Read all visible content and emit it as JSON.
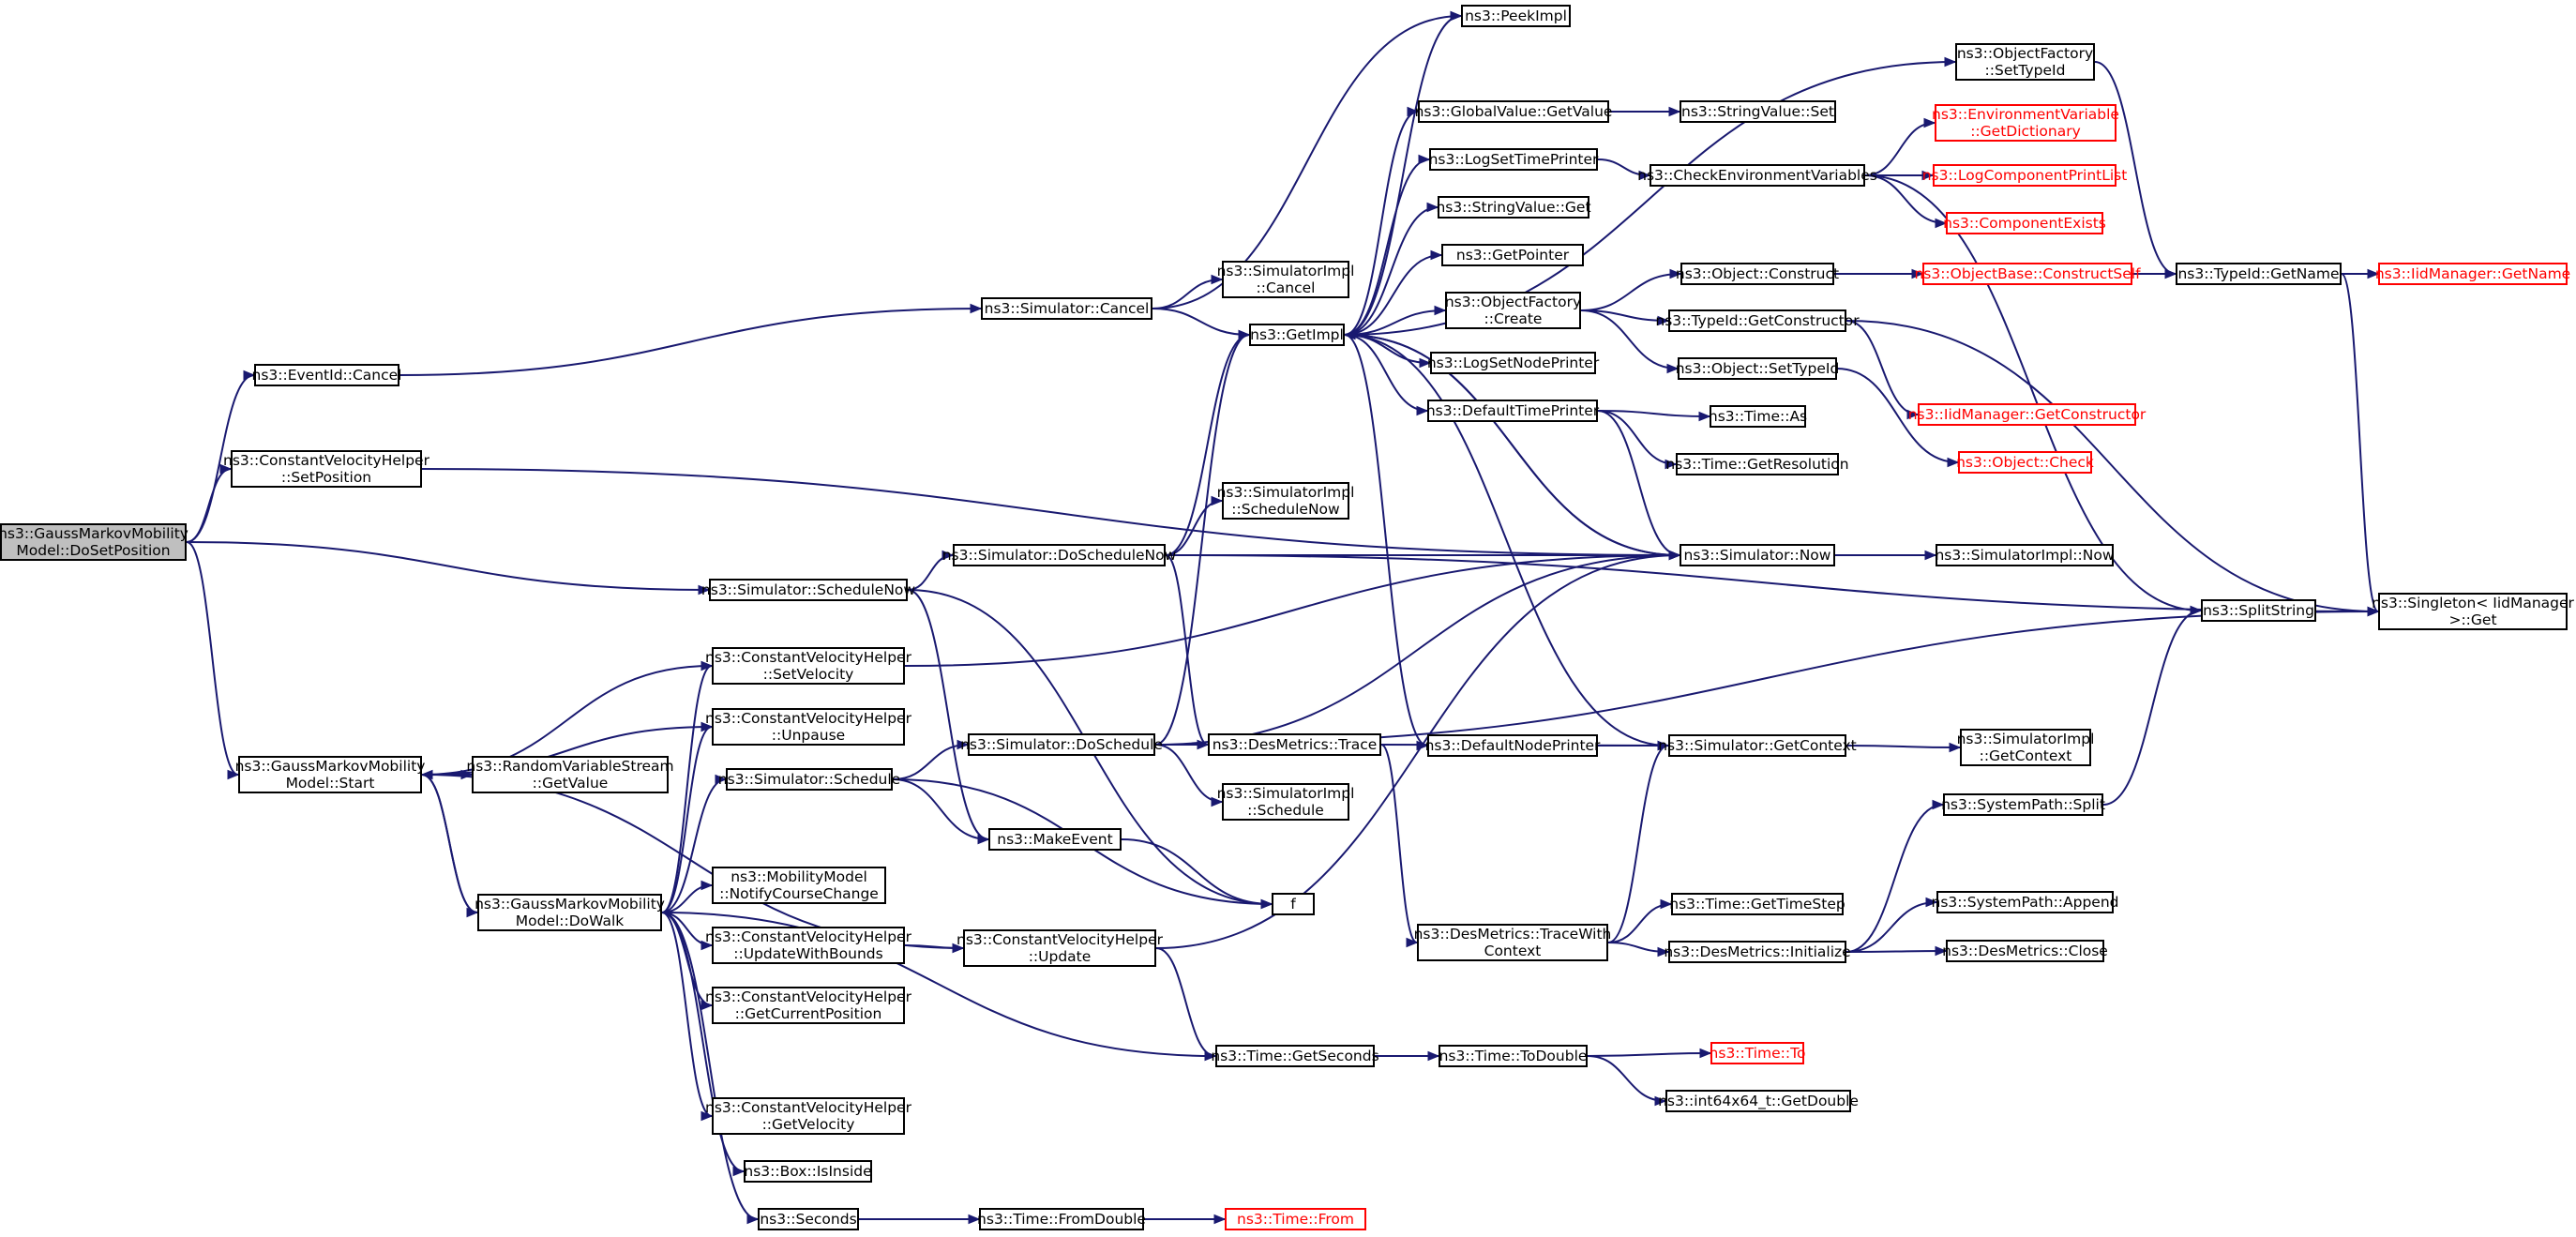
{
  "graph": {
    "node_border_color": "#000000",
    "external_node_color": "#ff0000",
    "root_fill": "#bfbfbf",
    "edge_color": "#191970",
    "nodes": [
      {
        "id": "dosetposition",
        "lines": [
          "ns3::GaussMarkovMobility",
          "Model::DoSetPosition"
        ],
        "style": "root"
      },
      {
        "id": "eventid_cancel",
        "lines": [
          "ns3::EventId::Cancel"
        ],
        "style": "normal"
      },
      {
        "id": "cvh_setposition",
        "lines": [
          "ns3::ConstantVelocityHelper",
          "::SetPosition"
        ],
        "style": "normal"
      },
      {
        "id": "gm_start",
        "lines": [
          "ns3::GaussMarkovMobility",
          "Model::Start"
        ],
        "style": "normal"
      },
      {
        "id": "gm_dowalk",
        "lines": [
          "ns3::GaussMarkovMobility",
          "Model::DoWalk"
        ],
        "style": "normal"
      },
      {
        "id": "sim_schedulenow",
        "lines": [
          "ns3::Simulator::ScheduleNow"
        ],
        "style": "normal"
      },
      {
        "id": "cvh_setvelocity",
        "lines": [
          "ns3::ConstantVelocityHelper",
          "::SetVelocity"
        ],
        "style": "normal"
      },
      {
        "id": "cvh_unpause",
        "lines": [
          "ns3::ConstantVelocityHelper",
          "::Unpause"
        ],
        "style": "normal"
      },
      {
        "id": "rvs_getvalue",
        "lines": [
          "ns3::RandomVariableStream",
          "::GetValue"
        ],
        "style": "normal"
      },
      {
        "id": "sim_schedule",
        "lines": [
          "ns3::Simulator::Schedule"
        ],
        "style": "normal"
      },
      {
        "id": "mm_notify",
        "lines": [
          "ns3::MobilityModel",
          "::NotifyCourseChange"
        ],
        "style": "normal"
      },
      {
        "id": "cvh_updatewithbounds",
        "lines": [
          "ns3::ConstantVelocityHelper",
          "::UpdateWithBounds"
        ],
        "style": "normal"
      },
      {
        "id": "cvh_getcurrentposition",
        "lines": [
          "ns3::ConstantVelocityHelper",
          "::GetCurrentPosition"
        ],
        "style": "normal"
      },
      {
        "id": "cvh_getvelocity",
        "lines": [
          "ns3::ConstantVelocityHelper",
          "::GetVelocity"
        ],
        "style": "normal"
      },
      {
        "id": "box_isinside",
        "lines": [
          "ns3::Box::IsInside"
        ],
        "style": "normal"
      },
      {
        "id": "ns3_seconds",
        "lines": [
          "ns3::Seconds"
        ],
        "style": "normal"
      },
      {
        "id": "sim_cancel",
        "lines": [
          "ns3::Simulator::Cancel"
        ],
        "style": "normal"
      },
      {
        "id": "sim_doschedulenow",
        "lines": [
          "ns3::Simulator::DoScheduleNow"
        ],
        "style": "normal"
      },
      {
        "id": "sim_doschedule",
        "lines": [
          "ns3::Simulator::DoSchedule"
        ],
        "style": "normal"
      },
      {
        "id": "makeevent",
        "lines": [
          "ns3::MakeEvent"
        ],
        "style": "normal"
      },
      {
        "id": "cvh_update",
        "lines": [
          "ns3::ConstantVelocityHelper",
          "::Update"
        ],
        "style": "normal"
      },
      {
        "id": "time_fromdouble",
        "lines": [
          "ns3::Time::FromDouble"
        ],
        "style": "normal"
      },
      {
        "id": "simimpl_cancel",
        "lines": [
          "ns3::SimulatorImpl",
          "::Cancel"
        ],
        "style": "normal"
      },
      {
        "id": "getimpl",
        "lines": [
          "ns3::GetImpl"
        ],
        "style": "normal"
      },
      {
        "id": "simimpl_schedulenow",
        "lines": [
          "ns3::SimulatorImpl",
          "::ScheduleNow"
        ],
        "style": "normal"
      },
      {
        "id": "desmetrics_trace",
        "lines": [
          "ns3::DesMetrics::Trace"
        ],
        "style": "normal"
      },
      {
        "id": "simimpl_schedule",
        "lines": [
          "ns3::SimulatorImpl",
          "::Schedule"
        ],
        "style": "normal"
      },
      {
        "id": "f",
        "lines": [
          "f"
        ],
        "style": "normal"
      },
      {
        "id": "time_getseconds",
        "lines": [
          "ns3::Time::GetSeconds"
        ],
        "style": "normal"
      },
      {
        "id": "time_from",
        "lines": [
          "ns3::Time::From"
        ],
        "style": "red"
      },
      {
        "id": "peekimpl",
        "lines": [
          "ns3::PeekImpl"
        ],
        "style": "normal"
      },
      {
        "id": "globalvalue_getvalue",
        "lines": [
          "ns3::GlobalValue::GetValue"
        ],
        "style": "normal"
      },
      {
        "id": "logsettimeprinter",
        "lines": [
          "ns3::LogSetTimePrinter"
        ],
        "style": "normal"
      },
      {
        "id": "stringvalue_get",
        "lines": [
          "ns3::StringValue::Get"
        ],
        "style": "normal"
      },
      {
        "id": "getpointer",
        "lines": [
          "ns3::GetPointer"
        ],
        "style": "normal"
      },
      {
        "id": "of_create",
        "lines": [
          "ns3::ObjectFactory",
          "::Create"
        ],
        "style": "normal"
      },
      {
        "id": "logsetnodeprinter",
        "lines": [
          "ns3::LogSetNodePrinter"
        ],
        "style": "normal"
      },
      {
        "id": "defaulttimeprinter",
        "lines": [
          "ns3::DefaultTimePrinter"
        ],
        "style": "normal"
      },
      {
        "id": "defaultnodeprinter",
        "lines": [
          "ns3::DefaultNodePrinter"
        ],
        "style": "normal"
      },
      {
        "id": "desmetrics_tracewithcontext",
        "lines": [
          "ns3::DesMetrics::TraceWith",
          "Context"
        ],
        "style": "normal"
      },
      {
        "id": "time_todouble",
        "lines": [
          "ns3::Time::ToDouble"
        ],
        "style": "normal"
      },
      {
        "id": "stringvalue_set",
        "lines": [
          "ns3::StringValue::Set"
        ],
        "style": "normal"
      },
      {
        "id": "checkenvvars",
        "lines": [
          "ns3::CheckEnvironmentVariables"
        ],
        "style": "normal"
      },
      {
        "id": "object_construct",
        "lines": [
          "ns3::Object::Construct"
        ],
        "style": "normal"
      },
      {
        "id": "typeid_getconstructor",
        "lines": [
          "ns3::TypeId::GetConstructor"
        ],
        "style": "normal"
      },
      {
        "id": "object_settypeid",
        "lines": [
          "ns3::Object::SetTypeId"
        ],
        "style": "normal"
      },
      {
        "id": "time_as",
        "lines": [
          "ns3::Time::As"
        ],
        "style": "normal"
      },
      {
        "id": "time_getresolution",
        "lines": [
          "ns3::Time::GetResolution"
        ],
        "style": "normal"
      },
      {
        "id": "sim_now",
        "lines": [
          "ns3::Simulator::Now"
        ],
        "style": "normal"
      },
      {
        "id": "sim_getcontext",
        "lines": [
          "ns3::Simulator::GetContext"
        ],
        "style": "normal"
      },
      {
        "id": "time_gettimestep",
        "lines": [
          "ns3::Time::GetTimeStep"
        ],
        "style": "normal"
      },
      {
        "id": "desmetrics_initialize",
        "lines": [
          "ns3::DesMetrics::Initialize"
        ],
        "style": "normal"
      },
      {
        "id": "time_to",
        "lines": [
          "ns3::Time::To"
        ],
        "style": "red"
      },
      {
        "id": "int64x64_getdouble",
        "lines": [
          "ns3::int64x64_t::GetDouble"
        ],
        "style": "normal"
      },
      {
        "id": "of_settypeid",
        "lines": [
          "ns3::ObjectFactory",
          "::SetTypeId"
        ],
        "style": "normal"
      },
      {
        "id": "envvar_getdictionary",
        "lines": [
          "ns3::EnvironmentVariable",
          "::GetDictionary"
        ],
        "style": "red"
      },
      {
        "id": "logcomponentprintlist",
        "lines": [
          "ns3::LogComponentPrintList"
        ],
        "style": "red"
      },
      {
        "id": "componentexists",
        "lines": [
          "ns3::ComponentExists"
        ],
        "style": "red"
      },
      {
        "id": "objectbase_constructself",
        "lines": [
          "ns3::ObjectBase::ConstructSelf"
        ],
        "style": "red"
      },
      {
        "id": "iidmanager_getconstructor",
        "lines": [
          "ns3::IidManager::GetConstructor"
        ],
        "style": "red"
      },
      {
        "id": "object_check",
        "lines": [
          "ns3::Object::Check"
        ],
        "style": "red"
      },
      {
        "id": "simimpl_now",
        "lines": [
          "ns3::SimulatorImpl::Now"
        ],
        "style": "normal"
      },
      {
        "id": "simimpl_getcontext",
        "lines": [
          "ns3::SimulatorImpl",
          "::GetContext"
        ],
        "style": "normal"
      },
      {
        "id": "systempath_split",
        "lines": [
          "ns3::SystemPath::Split"
        ],
        "style": "normal"
      },
      {
        "id": "systempath_append",
        "lines": [
          "ns3::SystemPath::Append"
        ],
        "style": "normal"
      },
      {
        "id": "desmetrics_close",
        "lines": [
          "ns3::DesMetrics::Close"
        ],
        "style": "normal"
      },
      {
        "id": "splitstring",
        "lines": [
          "ns3::SplitString"
        ],
        "style": "normal"
      },
      {
        "id": "typeid_getname",
        "lines": [
          "ns3::TypeId::GetName"
        ],
        "style": "normal"
      },
      {
        "id": "iidmanager_getname",
        "lines": [
          "ns3::IidManager::GetName"
        ],
        "style": "red"
      },
      {
        "id": "singleton_get",
        "lines": [
          "ns3::Singleton< IidManager",
          " >::Get"
        ],
        "style": "normal"
      }
    ],
    "edges": [
      [
        "dosetposition",
        "eventid_cancel"
      ],
      [
        "dosetposition",
        "cvh_setposition"
      ],
      [
        "dosetposition",
        "sim_schedulenow"
      ],
      [
        "dosetposition",
        "gm_start"
      ],
      [
        "eventid_cancel",
        "sim_cancel"
      ],
      [
        "cvh_setposition",
        "sim_now"
      ],
      [
        "gm_start",
        "cvh_setvelocity"
      ],
      [
        "gm_start",
        "cvh_unpause"
      ],
      [
        "gm_start",
        "rvs_getvalue"
      ],
      [
        "gm_start",
        "gm_dowalk"
      ],
      [
        "gm_start",
        "cvh_update"
      ],
      [
        "gm_dowalk",
        "gm_start"
      ],
      [
        "gm_dowalk",
        "sim_schedule"
      ],
      [
        "gm_dowalk",
        "mm_notify"
      ],
      [
        "gm_dowalk",
        "cvh_updatewithbounds"
      ],
      [
        "gm_dowalk",
        "cvh_getcurrentposition"
      ],
      [
        "gm_dowalk",
        "cvh_getvelocity"
      ],
      [
        "gm_dowalk",
        "box_isinside"
      ],
      [
        "gm_dowalk",
        "ns3_seconds"
      ],
      [
        "gm_dowalk",
        "cvh_setvelocity"
      ],
      [
        "gm_dowalk",
        "cvh_unpause"
      ],
      [
        "gm_dowalk",
        "time_getseconds"
      ],
      [
        "sim_schedulenow",
        "sim_doschedulenow"
      ],
      [
        "sim_schedulenow",
        "makeevent"
      ],
      [
        "sim_schedulenow",
        "f"
      ],
      [
        "cvh_setvelocity",
        "sim_now"
      ],
      [
        "sim_schedule",
        "sim_doschedule"
      ],
      [
        "sim_schedule",
        "makeevent"
      ],
      [
        "sim_schedule",
        "f"
      ],
      [
        "cvh_updatewithbounds",
        "cvh_update"
      ],
      [
        "ns3_seconds",
        "time_fromdouble"
      ],
      [
        "sim_cancel",
        "simimpl_cancel"
      ],
      [
        "sim_cancel",
        "getimpl"
      ],
      [
        "sim_cancel",
        "peekimpl"
      ],
      [
        "sim_doschedulenow",
        "getimpl"
      ],
      [
        "sim_doschedulenow",
        "simimpl_schedulenow"
      ],
      [
        "sim_doschedulenow",
        "desmetrics_trace"
      ],
      [
        "sim_doschedulenow",
        "sim_now"
      ],
      [
        "sim_doschedulenow",
        "singleton_get"
      ],
      [
        "sim_doschedule",
        "getimpl"
      ],
      [
        "sim_doschedule",
        "desmetrics_trace"
      ],
      [
        "sim_doschedule",
        "simimpl_schedule"
      ],
      [
        "sim_doschedule",
        "sim_now"
      ],
      [
        "sim_doschedule",
        "singleton_get"
      ],
      [
        "makeevent",
        "f"
      ],
      [
        "cvh_update",
        "sim_now"
      ],
      [
        "cvh_update",
        "time_getseconds"
      ],
      [
        "time_fromdouble",
        "time_from"
      ],
      [
        "getimpl",
        "peekimpl"
      ],
      [
        "getimpl",
        "globalvalue_getvalue"
      ],
      [
        "getimpl",
        "logsettimeprinter"
      ],
      [
        "getimpl",
        "stringvalue_get"
      ],
      [
        "getimpl",
        "getpointer"
      ],
      [
        "getimpl",
        "of_create"
      ],
      [
        "getimpl",
        "logsetnodeprinter"
      ],
      [
        "getimpl",
        "defaulttimeprinter"
      ],
      [
        "getimpl",
        "defaultnodeprinter"
      ],
      [
        "getimpl",
        "of_settypeid"
      ],
      [
        "getimpl",
        "sim_now"
      ],
      [
        "desmetrics_trace",
        "sim_getcontext"
      ],
      [
        "desmetrics_trace",
        "desmetrics_tracewithcontext"
      ],
      [
        "time_getseconds",
        "time_todouble"
      ],
      [
        "globalvalue_getvalue",
        "stringvalue_set"
      ],
      [
        "logsettimeprinter",
        "checkenvvars"
      ],
      [
        "of_create",
        "object_construct"
      ],
      [
        "of_create",
        "typeid_getconstructor"
      ],
      [
        "of_create",
        "object_settypeid"
      ],
      [
        "defaulttimeprinter",
        "time_as"
      ],
      [
        "defaulttimeprinter",
        "time_getresolution"
      ],
      [
        "defaulttimeprinter",
        "sim_now"
      ],
      [
        "defaultnodeprinter",
        "sim_getcontext"
      ],
      [
        "desmetrics_tracewithcontext",
        "sim_getcontext"
      ],
      [
        "desmetrics_tracewithcontext",
        "time_gettimestep"
      ],
      [
        "desmetrics_tracewithcontext",
        "desmetrics_initialize"
      ],
      [
        "time_todouble",
        "time_to"
      ],
      [
        "time_todouble",
        "int64x64_getdouble"
      ],
      [
        "checkenvvars",
        "envvar_getdictionary"
      ],
      [
        "checkenvvars",
        "logcomponentprintlist"
      ],
      [
        "checkenvvars",
        "componentexists"
      ],
      [
        "checkenvvars",
        "splitstring"
      ],
      [
        "object_construct",
        "objectbase_constructself"
      ],
      [
        "typeid_getconstructor",
        "iidmanager_getconstructor"
      ],
      [
        "typeid_getconstructor",
        "singleton_get"
      ],
      [
        "object_settypeid",
        "object_check"
      ],
      [
        "sim_now",
        "getimpl"
      ],
      [
        "sim_now",
        "simimpl_now"
      ],
      [
        "sim_getcontext",
        "getimpl"
      ],
      [
        "sim_getcontext",
        "simimpl_getcontext"
      ],
      [
        "desmetrics_initialize",
        "systempath_split"
      ],
      [
        "desmetrics_initialize",
        "systempath_append"
      ],
      [
        "desmetrics_initialize",
        "desmetrics_close"
      ],
      [
        "of_settypeid",
        "typeid_getname"
      ],
      [
        "objectbase_constructself",
        "typeid_getname"
      ],
      [
        "systempath_split",
        "splitstring"
      ],
      [
        "typeid_getname",
        "iidmanager_getname"
      ],
      [
        "typeid_getname",
        "singleton_get"
      ]
    ]
  }
}
